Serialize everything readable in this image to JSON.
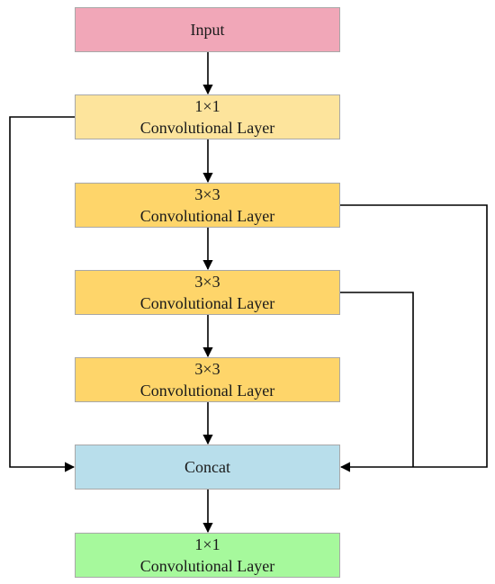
{
  "nodes": {
    "input": {
      "line1": "Input",
      "color": "#f1a7b8"
    },
    "conv1": {
      "line1": "1×1",
      "line2": "Convolutional Layer",
      "color": "#fde49c"
    },
    "conv2": {
      "line1": "3×3",
      "line2": "Convolutional Layer",
      "color": "#fed56a"
    },
    "conv3": {
      "line1": "3×3",
      "line2": "Convolutional Layer",
      "color": "#fed56a"
    },
    "conv4": {
      "line1": "3×3",
      "line2": "Convolutional Layer",
      "color": "#fed56a"
    },
    "concat": {
      "line1": "Concat",
      "color": "#b8deeb"
    },
    "output": {
      "line1": "1×1",
      "line2": "Convolutional Layer",
      "color": "#a6f99c"
    }
  },
  "edges": [
    {
      "from": "input",
      "to": "conv1"
    },
    {
      "from": "conv1",
      "to": "conv2"
    },
    {
      "from": "conv2",
      "to": "conv3"
    },
    {
      "from": "conv3",
      "to": "conv4"
    },
    {
      "from": "conv4",
      "to": "concat"
    },
    {
      "from": "concat",
      "to": "output"
    },
    {
      "from": "conv1",
      "to": "concat"
    },
    {
      "from": "conv2",
      "to": "concat"
    },
    {
      "from": "conv3",
      "to": "concat"
    }
  ]
}
